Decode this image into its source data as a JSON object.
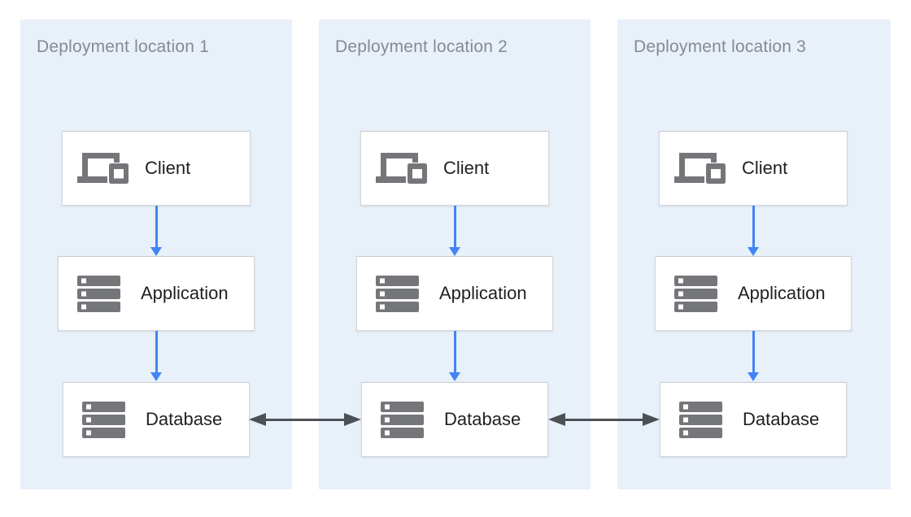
{
  "diagram": {
    "panels": [
      {
        "title": "Deployment location 1",
        "nodes": [
          {
            "icon": "devices-icon",
            "label": "Client"
          },
          {
            "icon": "storage-icon",
            "label": "Application"
          },
          {
            "icon": "storage-icon",
            "label": "Database"
          }
        ]
      },
      {
        "title": "Deployment location 2",
        "nodes": [
          {
            "icon": "devices-icon",
            "label": "Client"
          },
          {
            "icon": "storage-icon",
            "label": "Application"
          },
          {
            "icon": "storage-icon",
            "label": "Database"
          }
        ]
      },
      {
        "title": "Deployment location 3",
        "nodes": [
          {
            "icon": "devices-icon",
            "label": "Client"
          },
          {
            "icon": "storage-icon",
            "label": "Application"
          },
          {
            "icon": "storage-icon",
            "label": "Database"
          }
        ]
      }
    ],
    "connections": {
      "vertical_flow": "Client to Application to Database",
      "horizontal_sync": "Database to Database (bidirectional)"
    },
    "colors": {
      "panel_bg": "#e8f0fa",
      "title_text": "#868b90",
      "box_bg": "#ffffff",
      "box_border": "#d4d7da",
      "label_text": "#212121",
      "icon": "#74767a",
      "flow_arrow": "#4285f4",
      "sync_arrow": "#4d5156"
    }
  }
}
